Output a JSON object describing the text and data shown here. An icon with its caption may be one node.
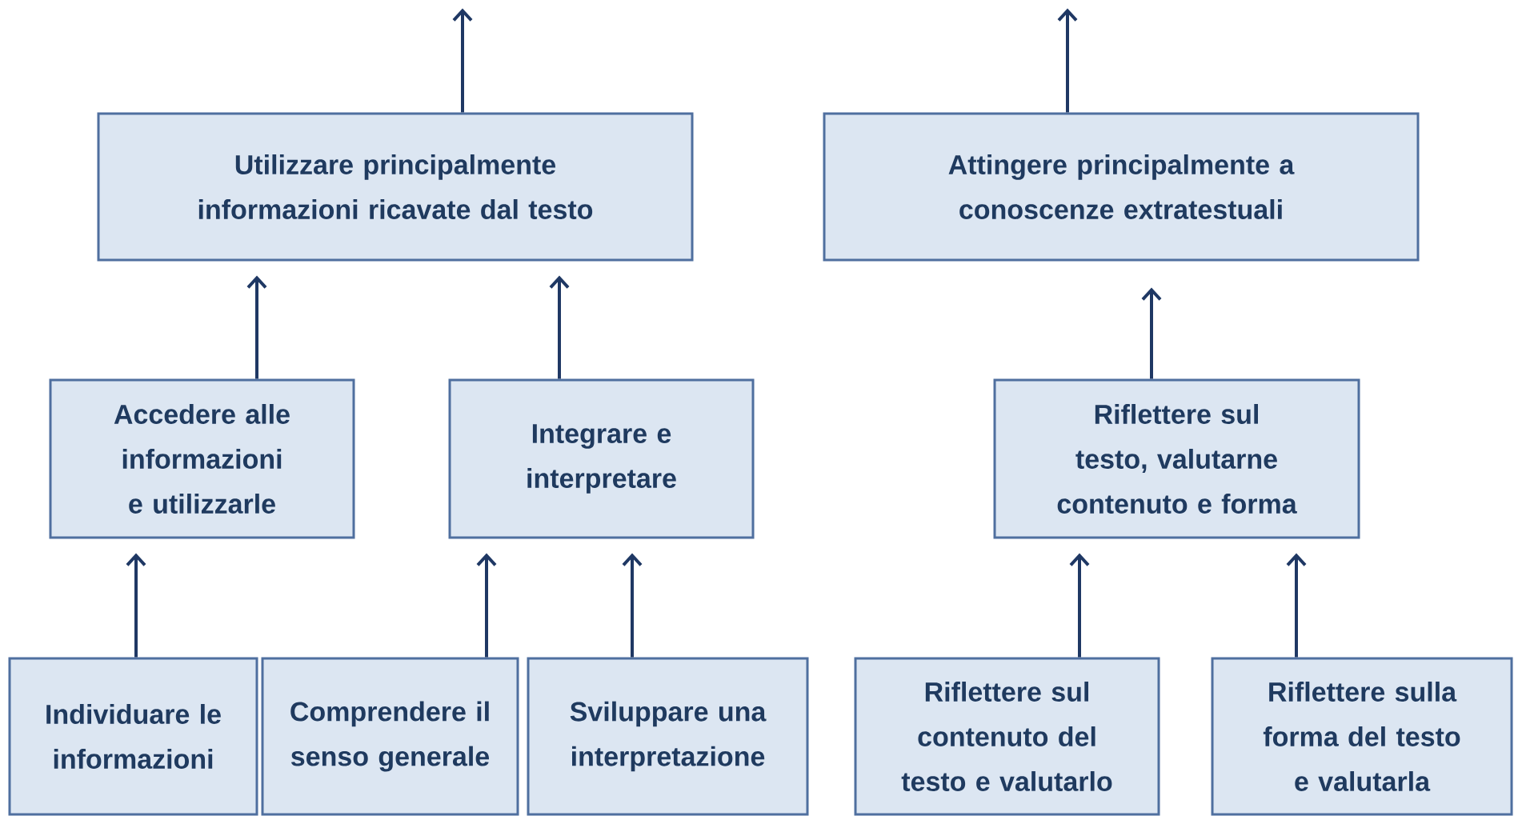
{
  "diagram": {
    "nodes": [
      {
        "text": [
          "Utilizzare principalmente informazioni ricavate dal testo"
        ]
      },
      {
        "text": [
          "Attingere principalmente a conoscenze extratestuali"
        ]
      },
      {
        "text": [
          "Accedere  alle informazioni e utilizzarle"
        ]
      },
      {
        "text": [
          "Integrare e interpretare"
        ]
      },
      {
        "text": [
          "Riflettere sul testo, valutarne contenuto e forma"
        ]
      },
      {
        "text": [
          "Individuare le informazioni"
        ]
      },
      {
        "text": [
          "Comprendere il senso generale"
        ]
      },
      {
        "text": [
          "Sviluppare una interpretazione"
        ]
      },
      {
        "text": [
          "Riflettere sul contenuto del testo e valutarlo"
        ]
      },
      {
        "text": [
          "Riflettere sulla forma del testo e valutarla"
        ]
      }
    ],
    "edges": [
      {
        "from": 0,
        "to": null,
        "arrow": "to"
      },
      {
        "from": 1,
        "to": null,
        "arrow": "to"
      },
      {
        "from": 2,
        "to": 0,
        "arrow": "to"
      },
      {
        "from": 3,
        "to": 0,
        "arrow": "to"
      },
      {
        "from": 4,
        "to": 1,
        "arrow": "to"
      },
      {
        "from": 5,
        "to": 2,
        "arrow": "to"
      },
      {
        "from": 6,
        "to": 3,
        "arrow": "to"
      },
      {
        "from": 7,
        "to": 3,
        "arrow": "to"
      },
      {
        "from": 8,
        "to": 4,
        "arrow": "to"
      },
      {
        "from": 9,
        "to": 4,
        "arrow": "to"
      }
    ]
  }
}
